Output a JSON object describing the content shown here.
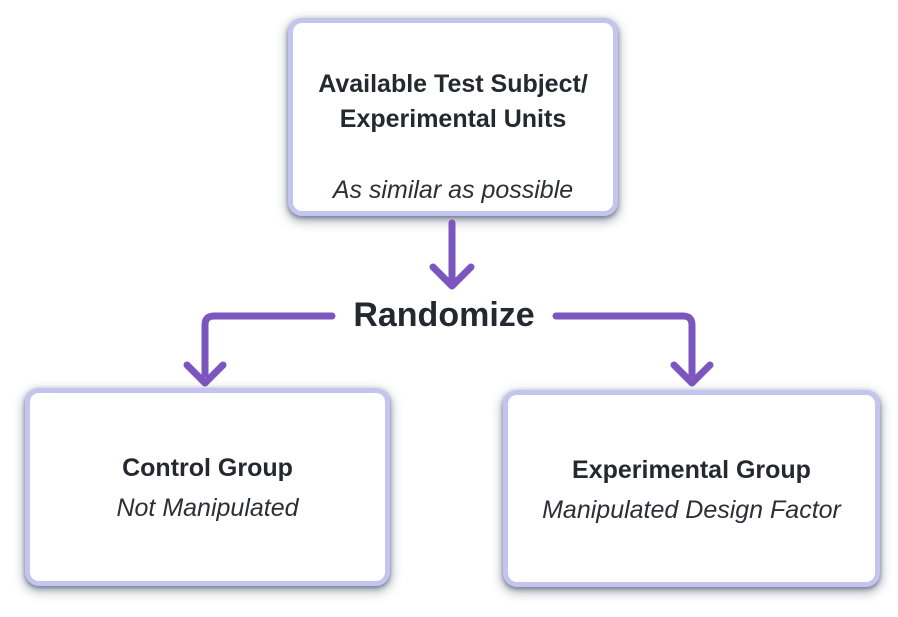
{
  "colors": {
    "arrow": "#7B56BE",
    "box_border": "#C5C4F1",
    "box_bg": "#FFFFFF",
    "heading_text": "#24282F",
    "subtitle_text": "#2B2F36",
    "canvas_bg": "#FFFFFF"
  },
  "diagram": {
    "top_box": {
      "title": "Available Test Subject/\nExperimental Units",
      "subtitle": "As similar as possible"
    },
    "randomize_label": "Randomize",
    "left_box": {
      "title": "Control Group",
      "subtitle": "Not Manipulated"
    },
    "right_box": {
      "title": "Experimental Group",
      "subtitle": "Manipulated Design Factor"
    }
  }
}
